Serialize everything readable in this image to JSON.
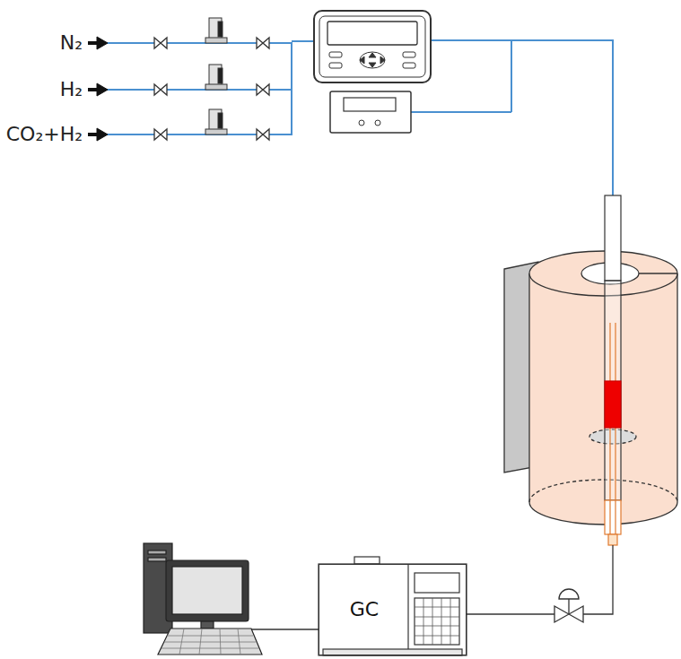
{
  "diagram": {
    "nodes": [
      {
        "text": [
          "GC"
        ]
      }
    ],
    "labels": [
      "N₂",
      "H₂",
      "CO₂+H₂"
    ]
  }
}
